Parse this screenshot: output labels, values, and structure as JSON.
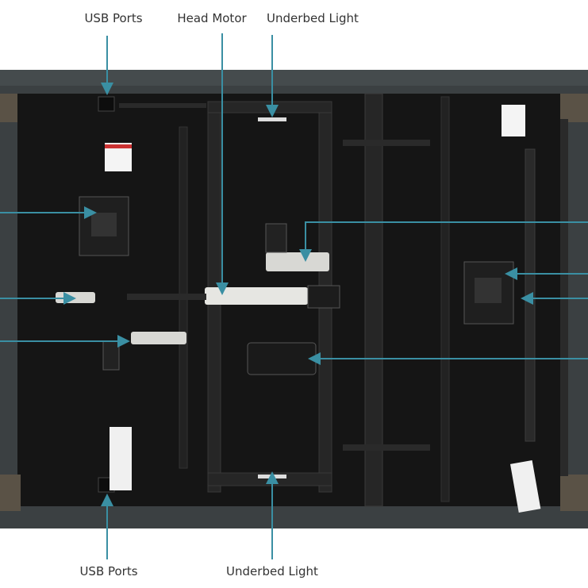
{
  "labels": {
    "top_usb": "USB Ports",
    "top_head_motor": "Head Motor",
    "top_underbed_light": "Underbed Light",
    "bottom_usb": "USB Ports",
    "bottom_underbed_light": "Underbed Light"
  },
  "colors": {
    "callout": "#3a8fa3",
    "frame": "#3b4042",
    "interior": "#151515",
    "rail": "#2a2a2a"
  }
}
